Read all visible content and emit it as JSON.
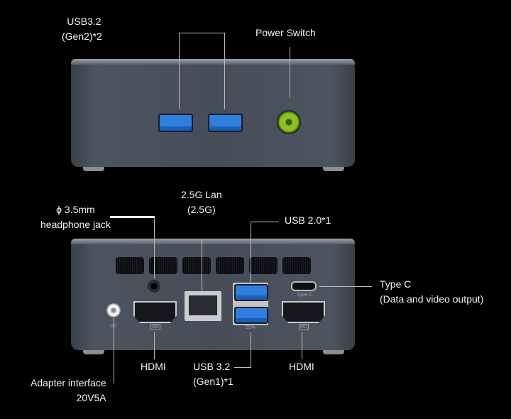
{
  "labels": {
    "usb32_gen2": [
      "USB3.2",
      "(Gen2)*2"
    ],
    "power_switch": "Power Switch",
    "headphone": [
      "ϕ 3.5mm",
      "headphone jack"
    ],
    "lan": [
      "2.5G Lan",
      "(2.5G)"
    ],
    "usb20": "USB 2.0*1",
    "typec": [
      "Type C",
      "(Data and video output)"
    ],
    "hdmi_left": "HDMI",
    "hdmi_right": "HDMI",
    "usb32_gen1": [
      "USB 3.2",
      "(Gen1)*1"
    ],
    "adapter": [
      "Adapter interface",
      "20V5A"
    ]
  },
  "port_marks": {
    "dc": "DC",
    "hd1": "HD",
    "hd2": "HD",
    "typec": "Type-C",
    "ss": "SS⇆"
  },
  "colors": {
    "background": "#000000",
    "chassis": "#474d58",
    "usb_blue": "#2f7fe0",
    "power_green": "#7cb518"
  }
}
